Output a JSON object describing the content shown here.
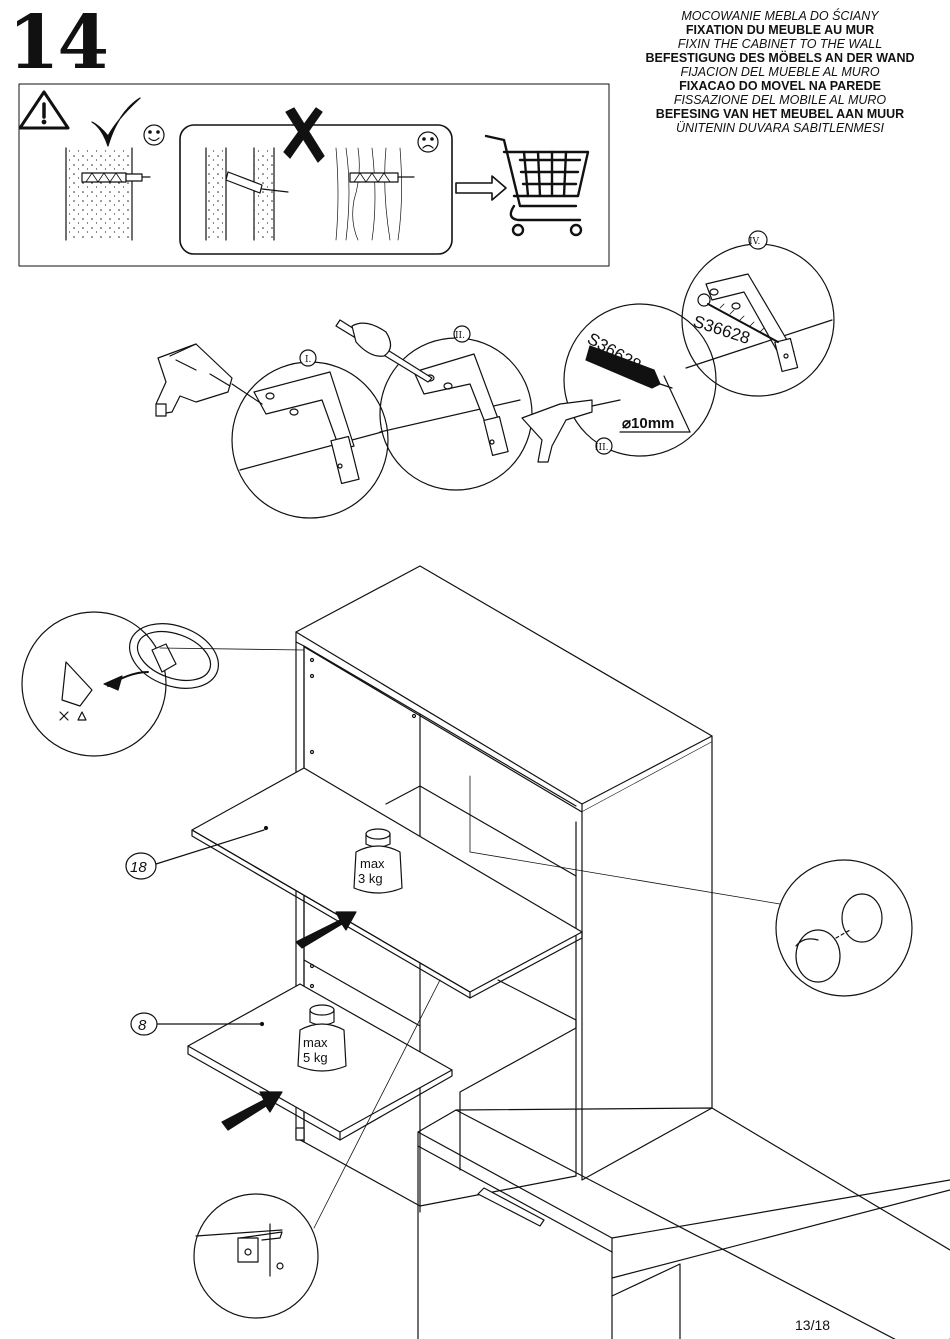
{
  "step": {
    "number": "14"
  },
  "titles": [
    {
      "text": "MOCOWANIE MEBLA DO ŚCIANY",
      "style": "it"
    },
    {
      "text": "FIXATION DU MEUBLE AU MUR",
      "style": "bd"
    },
    {
      "text": "FIXIN THE CABINET TO THE WALL",
      "style": "it"
    },
    {
      "text": "BEFESTIGUNG DES MÖBELS AN DER WAND",
      "style": "bd"
    },
    {
      "text": "FIJACION DEL MUEBLE AL MURO",
      "style": "it"
    },
    {
      "text": "FIXACAO DO MOVEL NA PAREDE",
      "style": "bd"
    },
    {
      "text": "FISSAZIONE DEL MOBILE AL MURO",
      "style": "it"
    },
    {
      "text": "BEFESING VAN HET MEUBEL AAN MUUR",
      "style": "bd"
    },
    {
      "text": "ÜNITENIN DUVARA SABITLENMESI",
      "style": "it"
    }
  ],
  "steps": {
    "s1": "I.",
    "s2": "II.",
    "s3": "III.",
    "s4": "IV."
  },
  "parts": {
    "dowel_code": "S36628",
    "screw_code": "S36628",
    "drill_diameter": "⌀10mm"
  },
  "shelves": [
    {
      "id": "18",
      "max_label": "max",
      "max_value": "3 kg"
    },
    {
      "id": "8",
      "max_label": "max",
      "max_value": "5 kg"
    }
  ],
  "icons": {
    "warning": "warning-triangle-icon",
    "ok": "checkmark-icon",
    "no": "cross-icon",
    "happy": "smiley-icon",
    "sad": "frown-icon",
    "shop": "shopping-cart-icon"
  },
  "page": {
    "number": "13/18"
  }
}
